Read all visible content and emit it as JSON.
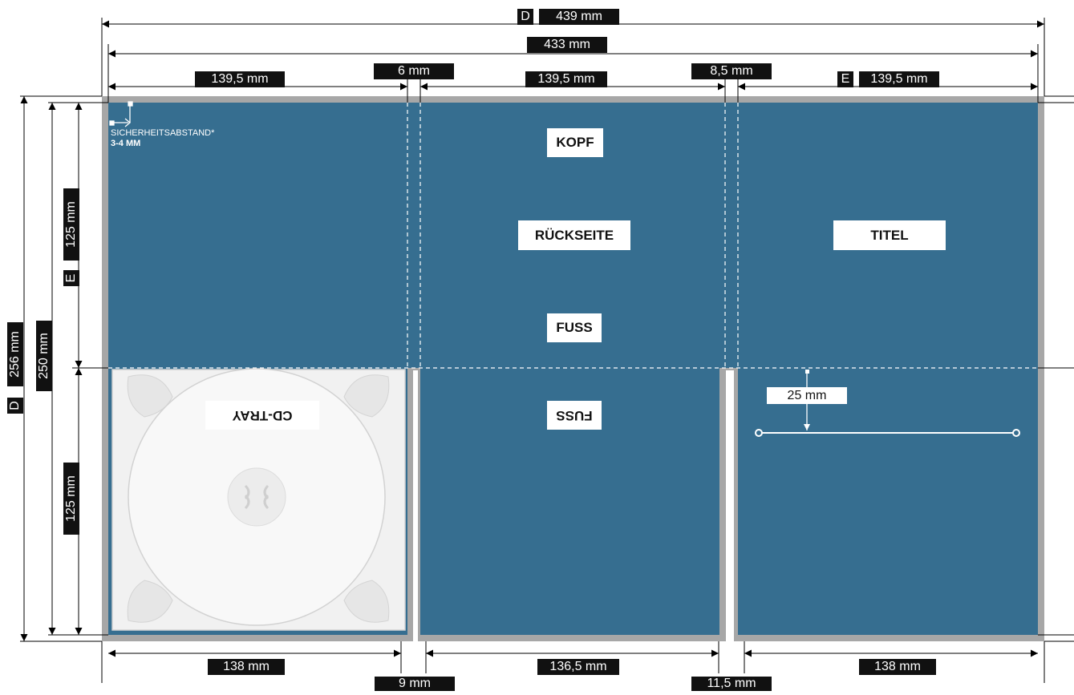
{
  "colors": {
    "panel": "#366e90",
    "frame": "#a7a7a7",
    "tray": "#f1f1f1",
    "tag_bg": "#111111",
    "label_bg": "#ffffff"
  },
  "dimensions": {
    "top_total": {
      "prefix": "D",
      "value": "439 mm"
    },
    "top_inner": "433 mm",
    "top_left": "139,5 mm",
    "top_fold_1": "6 mm",
    "top_middle": "139,5 mm",
    "top_fold_2": "8,5 mm",
    "top_right": {
      "prefix": "E",
      "value": "139,5 mm"
    },
    "bottom_left": "138 mm",
    "bottom_fold_1": "9 mm",
    "bottom_middle": "136,5 mm",
    "bottom_fold_2": "11,5 mm",
    "bottom_right": "138 mm",
    "left_total": {
      "prefix": "D",
      "value": "256 mm"
    },
    "left_inner": "250 mm",
    "left_upper": {
      "prefix": "E",
      "value": "125 mm"
    },
    "left_lower": "125 mm",
    "marker": "25 mm"
  },
  "labels": {
    "kopf": "KOPF",
    "rueckseite": "RÜCKSEITE",
    "fuss": "FUSS",
    "fuss_flipped": "FUSS",
    "titel": "TITEL",
    "cd_tray": "CD-TRAY"
  },
  "safety_note": {
    "line1": "SICHERHEITSABSTAND*",
    "line2": "3-4 MM"
  }
}
